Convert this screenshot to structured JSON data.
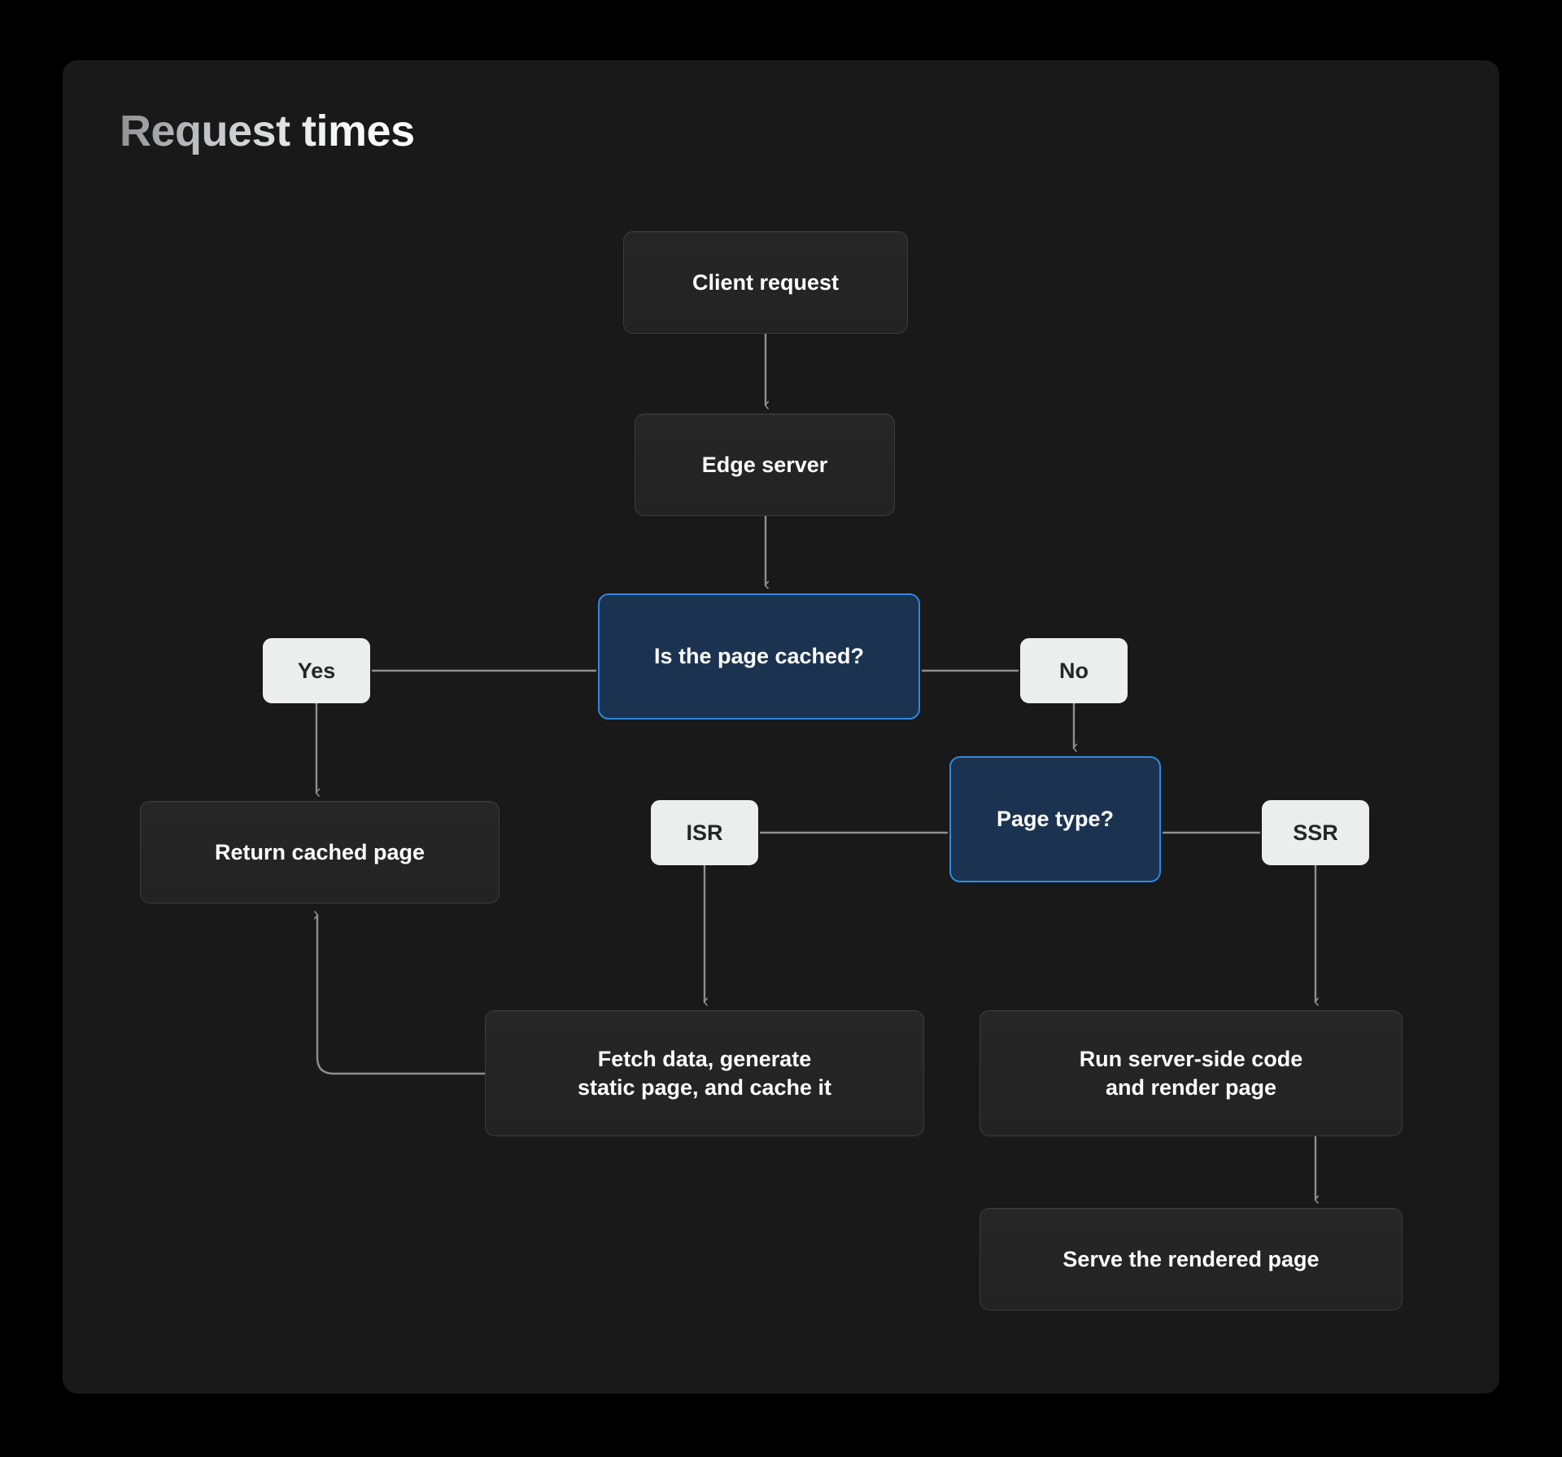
{
  "page": {
    "title": "Request times",
    "background_color": "#000000",
    "card_color": "#191919"
  },
  "theme": {
    "node_fill": "#232323",
    "node_border": "#3b3b3b",
    "node_text": "#ffffff",
    "decision_fill": "#1b3350",
    "decision_border": "#2f88e0",
    "label_pill_fill": "#eceded",
    "label_pill_text": "#262626",
    "connector_color": "#8f8f8f"
  },
  "chart_data": {
    "type": "diagram",
    "title": "Request times",
    "nodes": [
      {
        "id": "client_request",
        "label": "Client request",
        "kind": "process"
      },
      {
        "id": "edge_server",
        "label": "Edge server",
        "kind": "process"
      },
      {
        "id": "is_cached",
        "label": "Is the page cached?",
        "kind": "decision"
      },
      {
        "id": "yes",
        "label": "Yes",
        "kind": "edge-label"
      },
      {
        "id": "no",
        "label": "No",
        "kind": "edge-label"
      },
      {
        "id": "return_cached",
        "label": "Return cached page",
        "kind": "process"
      },
      {
        "id": "isr",
        "label": "ISR",
        "kind": "edge-label"
      },
      {
        "id": "page_type",
        "label": "Page type?",
        "kind": "decision"
      },
      {
        "id": "ssr",
        "label": "SSR",
        "kind": "edge-label"
      },
      {
        "id": "fetch_data",
        "label": "Fetch data, generate\nstatic page, and cache it",
        "kind": "process"
      },
      {
        "id": "run_ssr",
        "label": "Run server-side code\nand render page",
        "kind": "process"
      },
      {
        "id": "serve_rendered",
        "label": "Serve the rendered page",
        "kind": "process"
      }
    ],
    "edges": [
      {
        "from": "client_request",
        "to": "edge_server",
        "arrow": true
      },
      {
        "from": "edge_server",
        "to": "is_cached",
        "arrow": true
      },
      {
        "from": "is_cached",
        "to": "yes",
        "arrow": false
      },
      {
        "from": "is_cached",
        "to": "no",
        "arrow": false
      },
      {
        "from": "yes",
        "to": "return_cached",
        "arrow": true
      },
      {
        "from": "no",
        "to": "page_type",
        "arrow": true
      },
      {
        "from": "page_type",
        "to": "isr",
        "arrow": false
      },
      {
        "from": "page_type",
        "to": "ssr",
        "arrow": false
      },
      {
        "from": "isr",
        "to": "fetch_data",
        "arrow": true
      },
      {
        "from": "ssr",
        "to": "run_ssr",
        "arrow": true
      },
      {
        "from": "run_ssr",
        "to": "serve_rendered",
        "arrow": true
      },
      {
        "from": "fetch_data",
        "to": "return_cached",
        "arrow": true
      }
    ]
  }
}
